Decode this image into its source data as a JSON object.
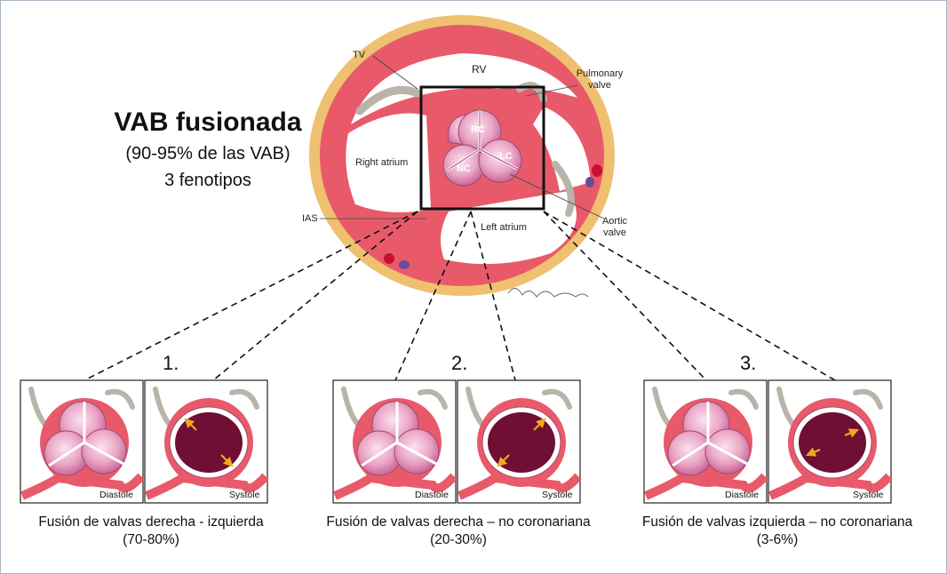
{
  "title": {
    "main": "VAB fusionada",
    "line2": "(90-95% de las VAB)",
    "line3": "3 fenotipos"
  },
  "anatomy_labels": {
    "tv": "TV",
    "rv": "RV",
    "pulmonary": "Pulmonary valve",
    "right_atrium": "Right atrium",
    "rc": "RC",
    "lc": "LC",
    "nc": "NC",
    "ias": "IAS",
    "left_atrium": "Left atrium",
    "aortic": "Aortic valve"
  },
  "signature": "Clingman",
  "phenotypes": [
    {
      "number": "1.",
      "caption_line1": "Fusión de valvas derecha - izquierda",
      "caption_line2": "(70-80%)",
      "diastole": "Diastole",
      "systole": "Systole"
    },
    {
      "number": "2.",
      "caption_line1": "Fusión de valvas derecha – no coronariana",
      "caption_line2": "(20-30%)",
      "diastole": "Diastole",
      "systole": "Systole"
    },
    {
      "number": "3.",
      "caption_line1": "Fusión de valvas izquierda – no coronariana",
      "caption_line2": "(3-6%)",
      "diastole": "Diastole",
      "systole": "Systole"
    }
  ],
  "colors": {
    "wall": "#e85a6a",
    "fat": "#efc070",
    "cavity": "#ffffff",
    "valve": "#f2b9d3",
    "valve_dark": "#d57aa5",
    "orifice": "#6e0f33",
    "arrow": "#f2a81c",
    "frame": "#a9b6c6"
  }
}
